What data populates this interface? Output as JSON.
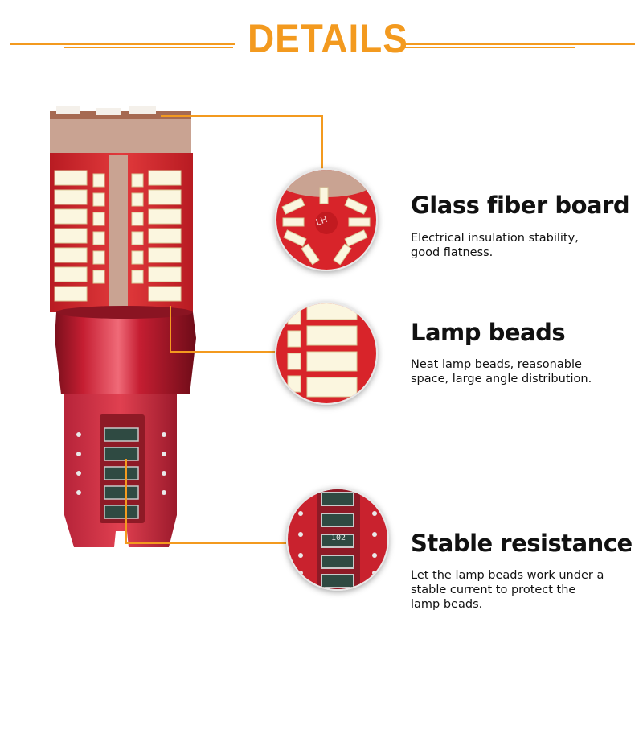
{
  "header": {
    "title": "DETAILS"
  },
  "features": [
    {
      "title": "Glass fiber board",
      "desc_lines": [
        "Electrical insulation stability,",
        "good flatness."
      ]
    },
    {
      "title": "Lamp beads",
      "desc_lines": [
        "Neat lamp beads, reasonable",
        "space, large angle distribution."
      ]
    },
    {
      "title": "Stable resistance",
      "desc_lines": [
        "Let the lamp beads work under a",
        "stable current to protect the",
        "lamp beads."
      ]
    }
  ],
  "labels": {
    "board_mark": "LH",
    "resistor_code": "102"
  },
  "colors": {
    "accent": "#f39a1f",
    "board_red": "#d8242a",
    "housing_red": "#c51e32",
    "led": "#fbf6df"
  }
}
